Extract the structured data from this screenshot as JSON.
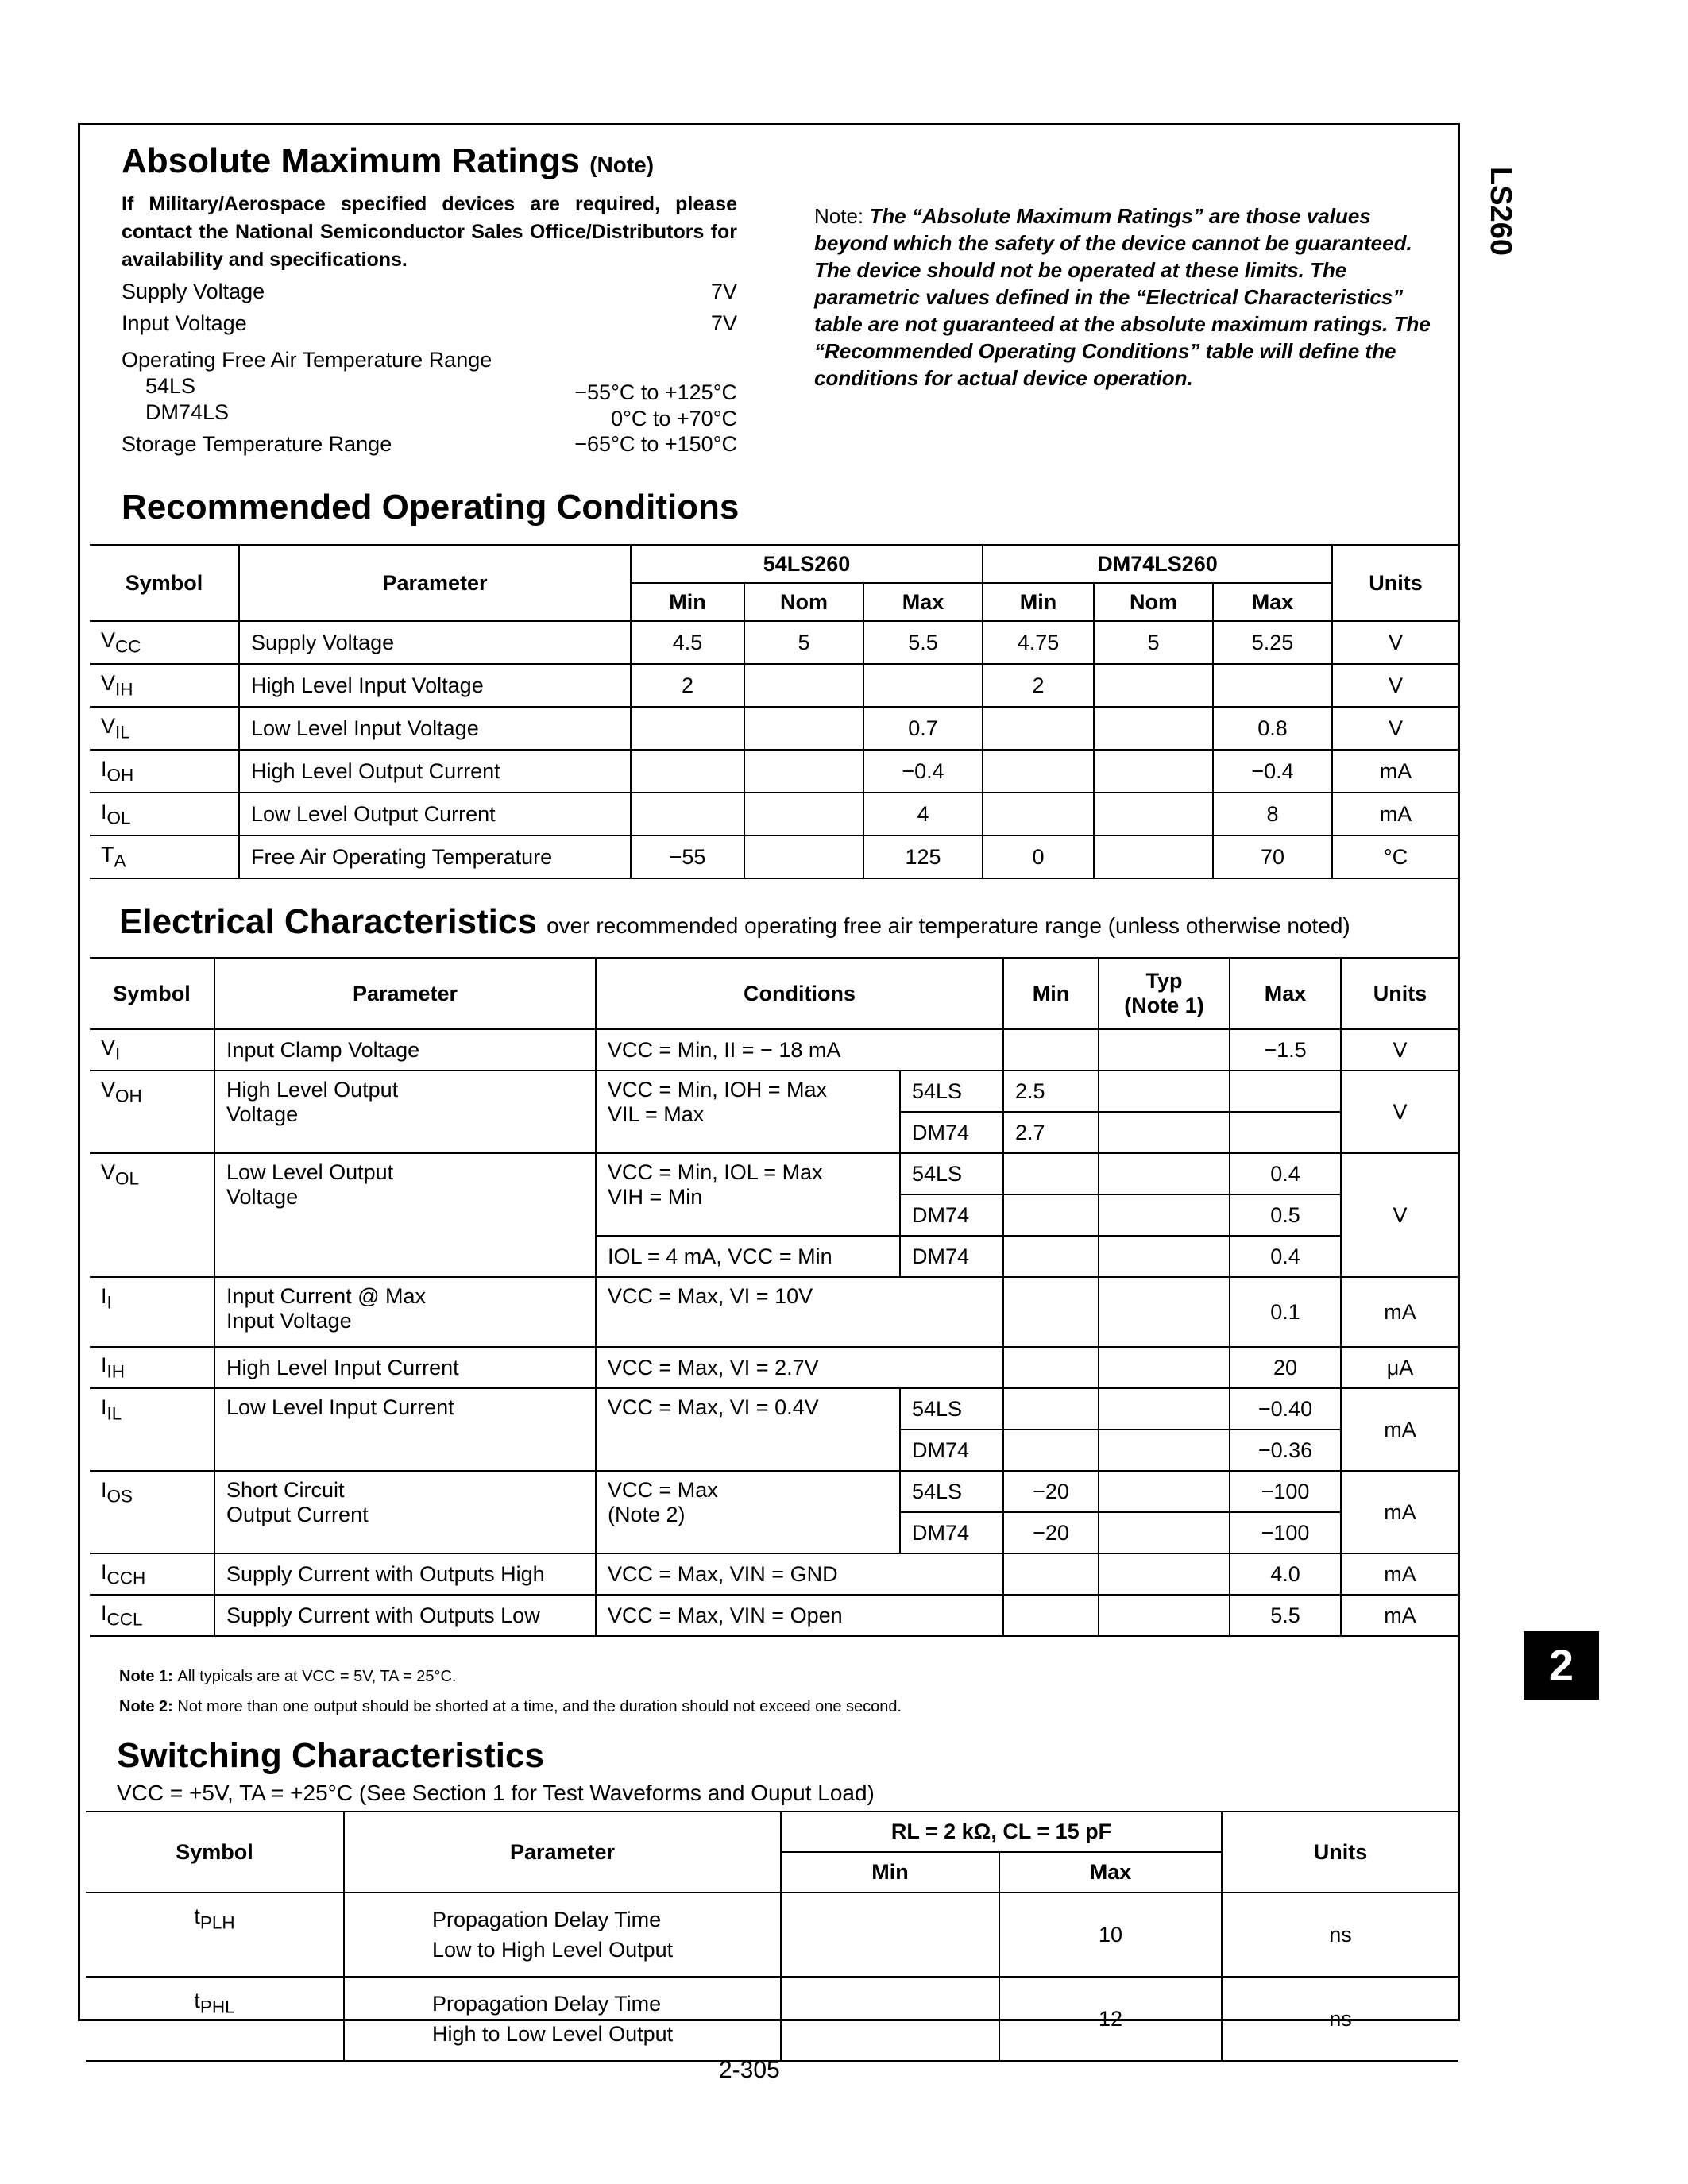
{
  "side_label": "LS260",
  "section_tab": "2",
  "abs_max": {
    "title": "Absolute Maximum Ratings",
    "title_note": "(Note)",
    "warning": "If Military/Aerospace specified devices are required, please contact the National Semiconductor Sales Office/Distributors for availability and specifications.",
    "rows": [
      {
        "label": "Supply Voltage",
        "value": "7V"
      },
      {
        "label": "Input Voltage",
        "value": "7V"
      },
      {
        "label": "Operating Free Air Temperature Range",
        "value": ""
      },
      {
        "label": "54LS",
        "value": "−55°C to +125°C"
      },
      {
        "label": "DM74LS",
        "value": "0°C to +70°C"
      },
      {
        "label": "Storage Temperature Range",
        "value": "−65°C to +150°C"
      }
    ],
    "note_lead": "Note:",
    "note_text": "The “Absolute Maximum Ratings” are those values beyond which the safety of the device cannot be guaranteed. The device should not be operated at these limits. The parametric values defined in the “Electrical Characteristics” table are not guaranteed at the absolute maximum ratings. The “Recommended Operating Conditions” table will define the conditions for actual device operation."
  },
  "roc": {
    "title": "Recommended Operating Conditions",
    "headers": {
      "symbol": "Symbol",
      "parameter": "Parameter",
      "group1": "54LS260",
      "group2": "DM74LS260",
      "min": "Min",
      "nom": "Nom",
      "max": "Max",
      "units": "Units"
    },
    "rows": [
      {
        "sym": "V",
        "sub": "CC",
        "param": "Supply Voltage",
        "min1": "4.5",
        "nom1": "5",
        "max1": "5.5",
        "min2": "4.75",
        "nom2": "5",
        "max2": "5.25",
        "units": "V"
      },
      {
        "sym": "V",
        "sub": "IH",
        "param": "High Level Input Voltage",
        "min1": "2",
        "nom1": "",
        "max1": "",
        "min2": "2",
        "nom2": "",
        "max2": "",
        "units": "V"
      },
      {
        "sym": "V",
        "sub": "IL",
        "param": "Low Level Input Voltage",
        "min1": "",
        "nom1": "",
        "max1": "0.7",
        "min2": "",
        "nom2": "",
        "max2": "0.8",
        "units": "V"
      },
      {
        "sym": "I",
        "sub": "OH",
        "param": "High Level Output Current",
        "min1": "",
        "nom1": "",
        "max1": "−0.4",
        "min2": "",
        "nom2": "",
        "max2": "−0.4",
        "units": "mA"
      },
      {
        "sym": "I",
        "sub": "OL",
        "param": "Low Level Output Current",
        "min1": "",
        "nom1": "",
        "max1": "4",
        "min2": "",
        "nom2": "",
        "max2": "8",
        "units": "mA"
      },
      {
        "sym": "T",
        "sub": "A",
        "param": "Free Air Operating Temperature",
        "min1": "−55",
        "nom1": "",
        "max1": "125",
        "min2": "0",
        "nom2": "",
        "max2": "70",
        "units": "°C"
      }
    ]
  },
  "ec": {
    "title": "Electrical Characteristics",
    "subtitle": "over recommended operating free air temperature range (unless otherwise noted)",
    "headers": {
      "symbol": "Symbol",
      "parameter": "Parameter",
      "conditions": "Conditions",
      "min": "Min",
      "typ": "Typ",
      "typ_note": "(Note 1)",
      "max": "Max",
      "units": "Units"
    },
    "vi": {
      "sym": "V",
      "sub": "I",
      "param": "Input Clamp Voltage",
      "cond": "VCC = Min, II = − 18 mA",
      "max": "−1.5",
      "units": "V"
    },
    "voh": {
      "sym": "V",
      "sub": "OH",
      "param1": "High Level Output",
      "param2": "Voltage",
      "cond1": "VCC = Min, IOH = Max",
      "cond2": "VIL = Max",
      "dev1": "54LS",
      "min1": "2.5",
      "dev2": "DM74",
      "min2": "2.7",
      "units": "V"
    },
    "vol": {
      "sym": "V",
      "sub": "OL",
      "param1": "Low Level Output",
      "param2": "Voltage",
      "cond1": "VCC = Min, IOL = Max",
      "cond2": "VIH = Min",
      "dev1": "54LS",
      "max1": "0.4",
      "dev2": "DM74",
      "max2": "0.5",
      "cond3": "IOL = 4 mA, VCC = Min",
      "dev3": "DM74",
      "max3": "0.4",
      "units": "V"
    },
    "ii": {
      "sym": "I",
      "sub": "I",
      "param1": "Input Current @ Max",
      "param2": "Input Voltage",
      "cond": "VCC = Max, VI = 10V",
      "max": "0.1",
      "units": "mA"
    },
    "iih": {
      "sym": "I",
      "sub": "IH",
      "param": "High Level Input Current",
      "cond": "VCC = Max, VI = 2.7V",
      "max": "20",
      "units": "μA"
    },
    "iil": {
      "sym": "I",
      "sub": "IL",
      "param": "Low Level Input Current",
      "cond": "VCC = Max, VI = 0.4V",
      "dev1": "54LS",
      "max1": "−0.40",
      "dev2": "DM74",
      "max2": "−0.36",
      "units": "mA"
    },
    "ios": {
      "sym": "I",
      "sub": "OS",
      "param1": "Short Circuit",
      "param2": "Output Current",
      "cond1": "VCC = Max",
      "cond2": "(Note 2)",
      "dev1": "54LS",
      "min1": "−20",
      "max1": "−100",
      "dev2": "DM74",
      "min2": "−20",
      "max2": "−100",
      "units": "mA"
    },
    "icch": {
      "sym": "I",
      "sub": "CCH",
      "param": "Supply Current with Outputs High",
      "cond": "VCC = Max, VIN = GND",
      "max": "4.0",
      "units": "mA"
    },
    "iccl": {
      "sym": "I",
      "sub": "CCL",
      "param": "Supply Current with Outputs Low",
      "cond": "VCC = Max, VIN = Open",
      "max": "5.5",
      "units": "mA"
    },
    "note1_label": "Note 1:",
    "note1": "All typicals are at VCC = 5V, TA = 25°C.",
    "note2_label": "Note 2:",
    "note2": "Not more than one output should be shorted at a time, and the duration should not exceed one second."
  },
  "sw": {
    "title": "Switching Characteristics",
    "conditions": "VCC = +5V, TA = +25°C (See Section 1 for Test Waveforms and Ouput Load)",
    "headers": {
      "symbol": "Symbol",
      "parameter": "Parameter",
      "load": "RL = 2 kΩ, CL = 15 pF",
      "min": "Min",
      "max": "Max",
      "units": "Units"
    },
    "rows": [
      {
        "sym": "t",
        "sub": "PLH",
        "param1": "Propagation Delay Time",
        "param2": "Low to High Level Output",
        "min": "",
        "max": "10",
        "units": "ns"
      },
      {
        "sym": "t",
        "sub": "PHL",
        "param1": "Propagation Delay Time",
        "param2": "High to Low Level Output",
        "min": "",
        "max": "12",
        "units": "ns"
      }
    ]
  },
  "page_number": "2-305"
}
